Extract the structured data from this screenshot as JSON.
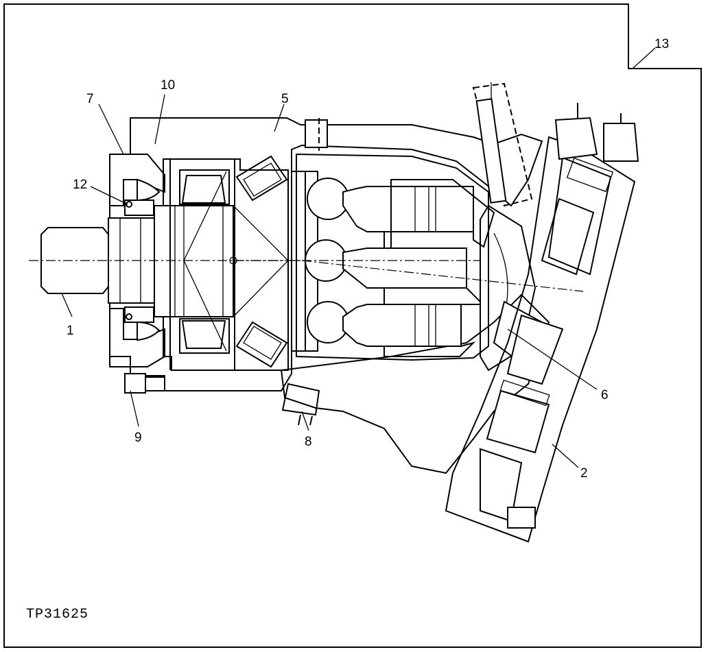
{
  "figure_code": "TP31625",
  "callouts": [
    "1",
    "2",
    "5",
    "6",
    "7",
    "8",
    "9",
    "10",
    "12",
    "13"
  ]
}
